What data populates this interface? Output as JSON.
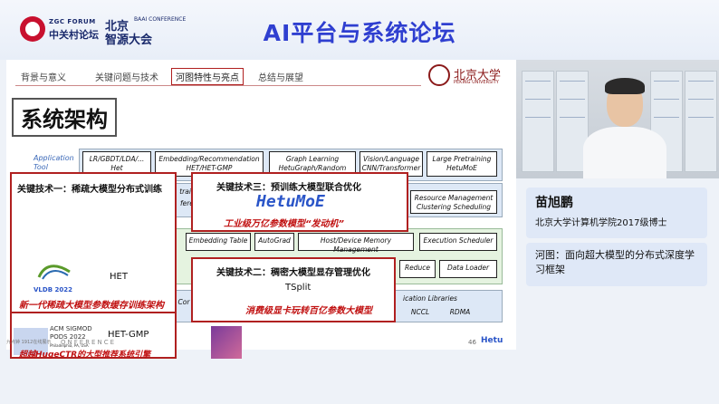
{
  "header": {
    "forum_en": "ZGC FORUM",
    "forum_cn": "中关村论坛",
    "baai_cn1": "北京",
    "baai_en": "BAAI CONFERENCE",
    "baai_cn2": "智源大会",
    "title": "AI平台与系统论坛"
  },
  "slide": {
    "nav": [
      "背景与意义",
      "关键问题与技术",
      "河图特性与亮点",
      "总结与展望"
    ],
    "active_nav": "河图特性与亮点",
    "university_cn": "北京大学",
    "university_en": "PEKING UNIVERSITY",
    "section_title": "系统架构",
    "app_label": [
      "Application",
      "Tool"
    ],
    "cells": {
      "c1": [
        "LR/GBDT/LDA/...",
        "Het"
      ],
      "c2": [
        "Embedding/Recommendation",
        "HET/HET-GMP"
      ],
      "c3": [
        "Graph Learning",
        "HetuGraph/Random Walk"
      ],
      "c4": [
        "Vision/Language",
        "CNN/Transformer"
      ],
      "c5": [
        "Large Pretraining",
        "HetuMoE"
      ],
      "c6": [
        "Resource Management",
        "Clustering Scheduling"
      ],
      "c7": "Embedding Table",
      "c8": "AutoGrad",
      "c9": "Host/Device Memory Management",
      "c10": "Execution Scheduler",
      "c11": "Reduce",
      "c12": "Data Loader",
      "c13": "ication Libraries",
      "c14": "NCCL",
      "c15": "RDMA",
      "frag1": "traini",
      "frag2": "ferer",
      "frag3": "Cor"
    },
    "callout1": {
      "heading": "关键技术一：稀疏大模型分布式训练",
      "vldb": "VLDB 2022",
      "het": "HET",
      "red1": "新一代稀疏大模型参数缓存训练架构",
      "sigmod_lines": [
        "ACM SIGMOD",
        "PODS 2022",
        "Philadelphia, PA, USA"
      ],
      "het_gmp": "HET-GMP",
      "red2": "超越HugeCTR的大型推荐系统引擎"
    },
    "callout3": {
      "heading": "关键技术三：预训练大模型联合优化",
      "product": "HetuMoE",
      "red": "工业级万亿参数模型“发动机”"
    },
    "callout2": {
      "heading": "关键技术二：稠密大模型显存管理优化",
      "product": "TSplit",
      "red": "消费级显卡玩转百亿参数大模型"
    },
    "footer_left": "九点钟 1912在线展示",
    "footer_center": "ONFERENCE",
    "page": "46",
    "footer_brand": "Hetu"
  },
  "speaker": {
    "name": "苗旭鹏",
    "affiliation": "北京大学计算机学院2017级博士",
    "topic": "河图：面向超大模型的分布式深度学习框架"
  },
  "colors": {
    "accent_blue": "#2f3fd0",
    "callout_border": "#b02020",
    "red_text": "#c01010",
    "card_bg": "#dfe8f7"
  }
}
